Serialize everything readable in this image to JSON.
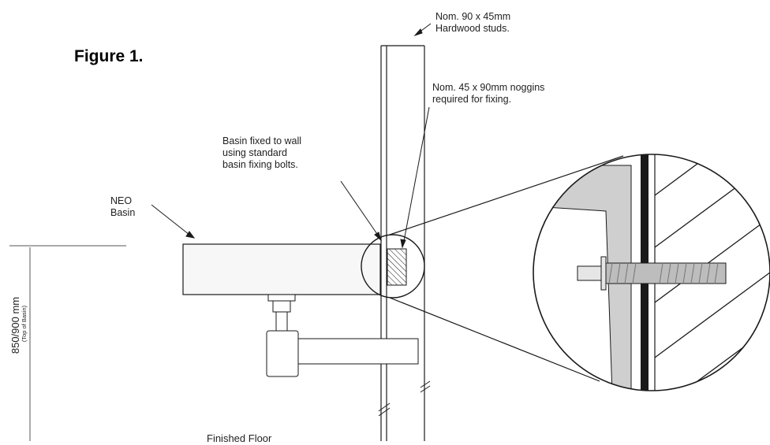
{
  "figure": {
    "title": "Figure 1."
  },
  "labels": {
    "studs": "Nom. 90 x 45mm\nHardwood studs.",
    "noggins": "Nom. 45 x 90mm noggins\nrequired for fixing.",
    "fixing": "Basin fixed to wall\nusing standard\nbasin fixing bolts.",
    "basin": "NEO\nBasin",
    "height_main": "850/900 mm",
    "height_sub": "(Top of Basin)",
    "floor": "Finished Floor"
  },
  "colors": {
    "line": "#1a1a1a",
    "basin_fill": "#f7f7f7",
    "detail_grey": "#cfcfcf",
    "bolt": "#9a9a9a"
  }
}
